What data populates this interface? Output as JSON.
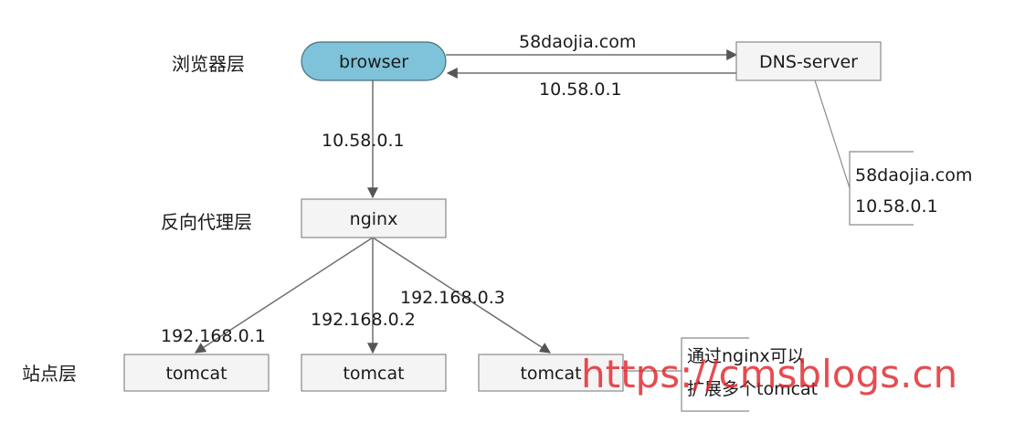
{
  "layers": {
    "browser": "浏览器层",
    "proxy": "反向代理层",
    "site": "站点层"
  },
  "nodes": {
    "browser": "browser",
    "dns": "DNS-server",
    "nginx": "nginx",
    "tomcat1": "tomcat",
    "tomcat2": "tomcat",
    "tomcat3": "tomcat"
  },
  "edges": {
    "browser_to_dns": "58daojia.com",
    "dns_to_browser": "10.58.0.1",
    "browser_to_nginx": "10.58.0.1",
    "nginx_to_tomcat1": "192.168.0.1",
    "nginx_to_tomcat2": "192.168.0.2",
    "nginx_to_tomcat3": "192.168.0.3"
  },
  "notes": {
    "dns_record_line1": "58daojia.com",
    "dns_record_line2": "10.58.0.1",
    "nginx_note_line1": "通过nginx可以",
    "nginx_note_line2": "扩展多个tomcat"
  },
  "watermark": "https://cmsblogs.cn",
  "colors": {
    "browser_fill": "#7ec3d9",
    "node_fill": "#f4f4f4",
    "line": "#7a7a7a",
    "text": "#1a1a1a",
    "watermark": "#e0242b"
  }
}
